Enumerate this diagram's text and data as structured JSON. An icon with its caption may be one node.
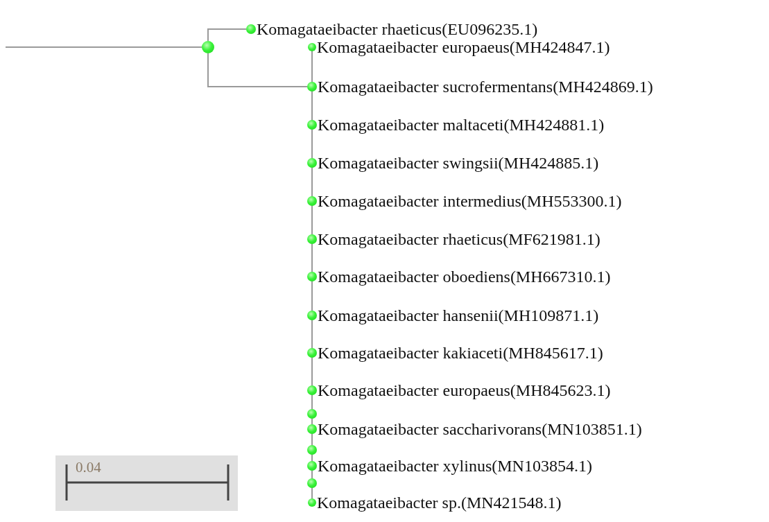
{
  "diagram": {
    "nodes": [
      {
        "text": [],
        "shape": "circle"
      },
      {
        "text": [
          "Komagataeibacter rhaeticus(EU096235.1)"
        ]
      },
      {
        "text": [
          "Komagataeibacter europaeus(MH424847.1)"
        ]
      },
      {
        "text": [
          "Komagataeibacter sucrofermentans(MH424869.1)"
        ]
      },
      {
        "text": [
          "Komagataeibacter maltaceti(MH424881.1)"
        ]
      },
      {
        "text": [
          "Komagataeibacter swingsii(MH424885.1)"
        ]
      },
      {
        "text": [
          "Komagataeibacter intermedius(MH553300.1)"
        ]
      },
      {
        "text": [
          "Komagataeibacter rhaeticus(MF621981.1)"
        ]
      },
      {
        "text": [
          "Komagataeibacter oboediens(MH667310.1)"
        ]
      },
      {
        "text": [
          "Komagataeibacter hansenii(MH109871.1)"
        ]
      },
      {
        "text": [
          "Komagataeibacter kakiaceti(MH845617.1)"
        ]
      },
      {
        "text": [
          "Komagataeibacter europaeus(MH845623.1)"
        ]
      },
      {
        "text": [
          "Komagataeibacter saccharivorans(MN103851.1)"
        ]
      },
      {
        "text": [
          "Komagataeibacter xylinus(MN103854.1)"
        ]
      },
      {
        "text": [
          "Komagataeibacter sp.(MN421548.1)"
        ]
      }
    ],
    "edges": [
      {
        "from": null,
        "to": 0,
        "arrow": "none"
      },
      {
        "from": 0,
        "to": 1,
        "arrow": "none"
      },
      {
        "from": 0,
        "to": 3,
        "arrow": "none"
      },
      {
        "from": 2,
        "to": 3,
        "arrow": "none"
      },
      {
        "from": 3,
        "to": 4,
        "arrow": "none"
      },
      {
        "from": 4,
        "to": 5,
        "arrow": "none"
      },
      {
        "from": 5,
        "to": 6,
        "arrow": "none"
      },
      {
        "from": 6,
        "to": 7,
        "arrow": "none"
      },
      {
        "from": 7,
        "to": 8,
        "arrow": "none"
      },
      {
        "from": 8,
        "to": 9,
        "arrow": "none"
      },
      {
        "from": 9,
        "to": 10,
        "arrow": "none"
      },
      {
        "from": 10,
        "to": 11,
        "arrow": "none"
      },
      {
        "from": 11,
        "to": 12,
        "arrow": "none"
      },
      {
        "from": 12,
        "to": 13,
        "arrow": "none"
      },
      {
        "from": 13,
        "to": 14,
        "arrow": "none"
      }
    ],
    "labels": [
      "0.04"
    ]
  }
}
